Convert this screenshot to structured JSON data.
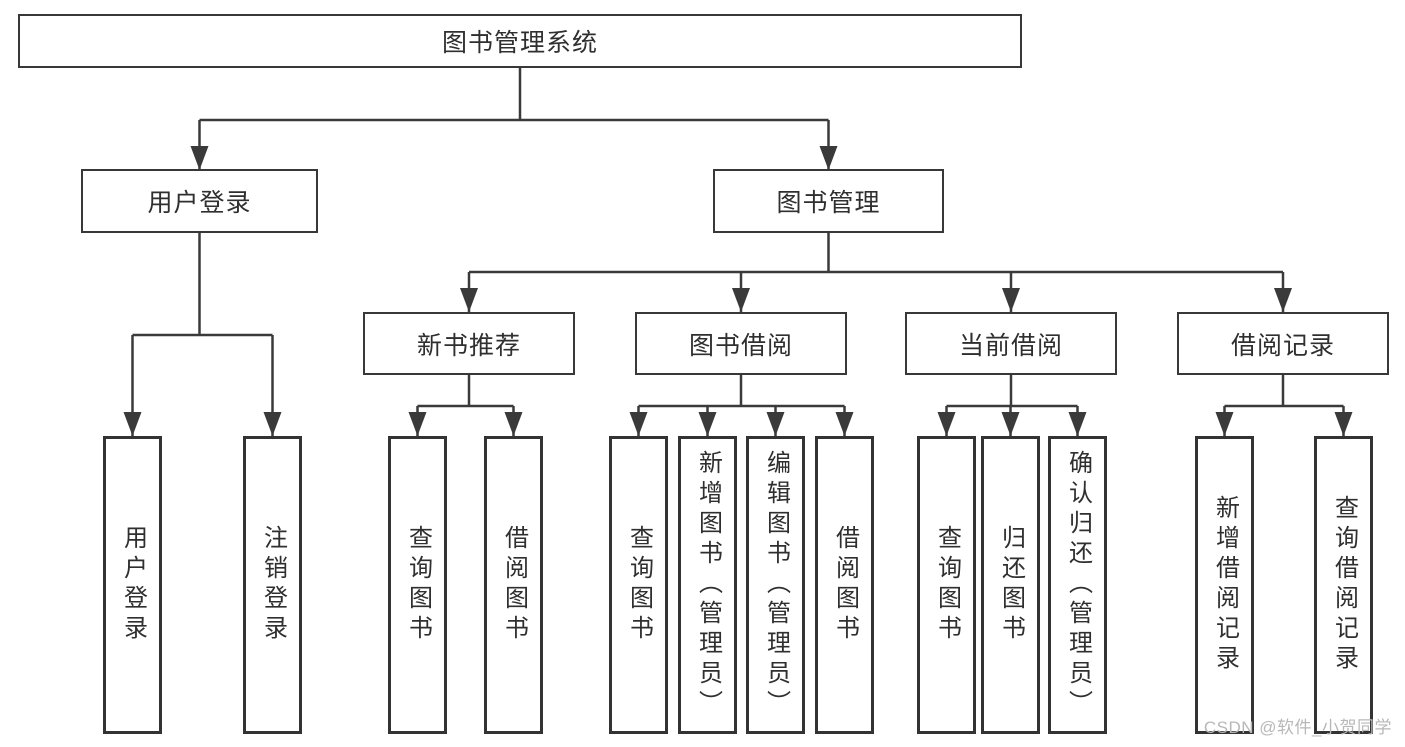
{
  "diagram": {
    "title": "图书管理系统",
    "nodes": {
      "root": {
        "label": "图书管理系统"
      },
      "user_login": {
        "label": "用户登录"
      },
      "book_management": {
        "label": "图书管理"
      },
      "new_book_recommendation": {
        "label": "新书推荐"
      },
      "book_borrowing": {
        "label": "图书借阅"
      },
      "current_borrowing": {
        "label": "当前借阅"
      },
      "borrowing_records": {
        "label": "借阅记录"
      },
      "login_action": {
        "label": "用户登录"
      },
      "logout_action": {
        "label": "注销登录"
      },
      "nb_query_books": {
        "label": "查询图书"
      },
      "nb_borrow_books": {
        "label": "借阅图书"
      },
      "bb_query_books": {
        "label": "查询图书"
      },
      "bb_add_books": {
        "label": "新增图书（管理员）"
      },
      "bb_edit_books": {
        "label": "编辑图书（管理员）"
      },
      "bb_borrow_books": {
        "label": "借阅图书"
      },
      "cb_query_books": {
        "label": "查询图书"
      },
      "cb_return_books": {
        "label": "归还图书"
      },
      "cb_confirm_return": {
        "label": "确认归还（管理员）"
      },
      "br_add_record": {
        "label": "新增借阅记录"
      },
      "br_query_record": {
        "label": "查询借阅记录"
      }
    },
    "hierarchy": {
      "root": [
        "user_login",
        "book_management"
      ],
      "user_login": [
        "login_action",
        "logout_action"
      ],
      "book_management": [
        "new_book_recommendation",
        "book_borrowing",
        "current_borrowing",
        "borrowing_records"
      ],
      "new_book_recommendation": [
        "nb_query_books",
        "nb_borrow_books"
      ],
      "book_borrowing": [
        "bb_query_books",
        "bb_add_books",
        "bb_edit_books",
        "bb_borrow_books"
      ],
      "current_borrowing": [
        "cb_query_books",
        "cb_return_books",
        "cb_confirm_return"
      ],
      "borrowing_records": [
        "br_add_record",
        "br_query_record"
      ]
    },
    "colors": {
      "line": "#3a3a3a",
      "box_border": "#383838",
      "box_fill": "#ffffff",
      "text": "#2f2f2f",
      "watermark": "#b8b8b8"
    }
  },
  "watermark": {
    "text": "CSDN @软件_小贺同学"
  }
}
